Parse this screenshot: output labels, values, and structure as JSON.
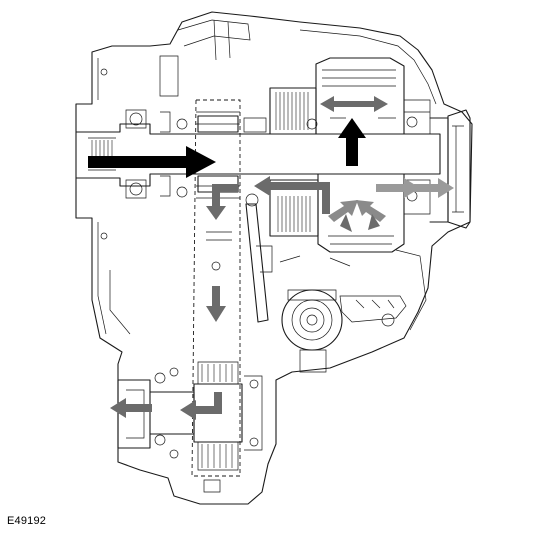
{
  "figure": {
    "reference_id": "E49192"
  },
  "colors": {
    "line": "#1a1a1a",
    "input_arrow": "#000000",
    "flow_arrow_dark": "#6b6b6b",
    "flow_arrow_light": "#9a9a9a",
    "background": "#ffffff"
  },
  "arrows": [
    {
      "name": "input-drive-arrow",
      "direction": "right",
      "shade": "black"
    },
    {
      "name": "clutch-engage-arrow",
      "direction": "up",
      "shade": "black"
    },
    {
      "name": "clutch-spread-arrow",
      "direction": "left-right",
      "shade": "dark-grey"
    },
    {
      "name": "rear-output-arrow",
      "direction": "right",
      "shade": "light-grey"
    },
    {
      "name": "return-flow-arrow",
      "direction": "left",
      "shade": "dark-grey"
    },
    {
      "name": "chain-drop-arrow",
      "direction": "down",
      "shade": "dark-grey"
    },
    {
      "name": "front-output-arrow",
      "direction": "left",
      "shade": "dark-grey"
    }
  ]
}
